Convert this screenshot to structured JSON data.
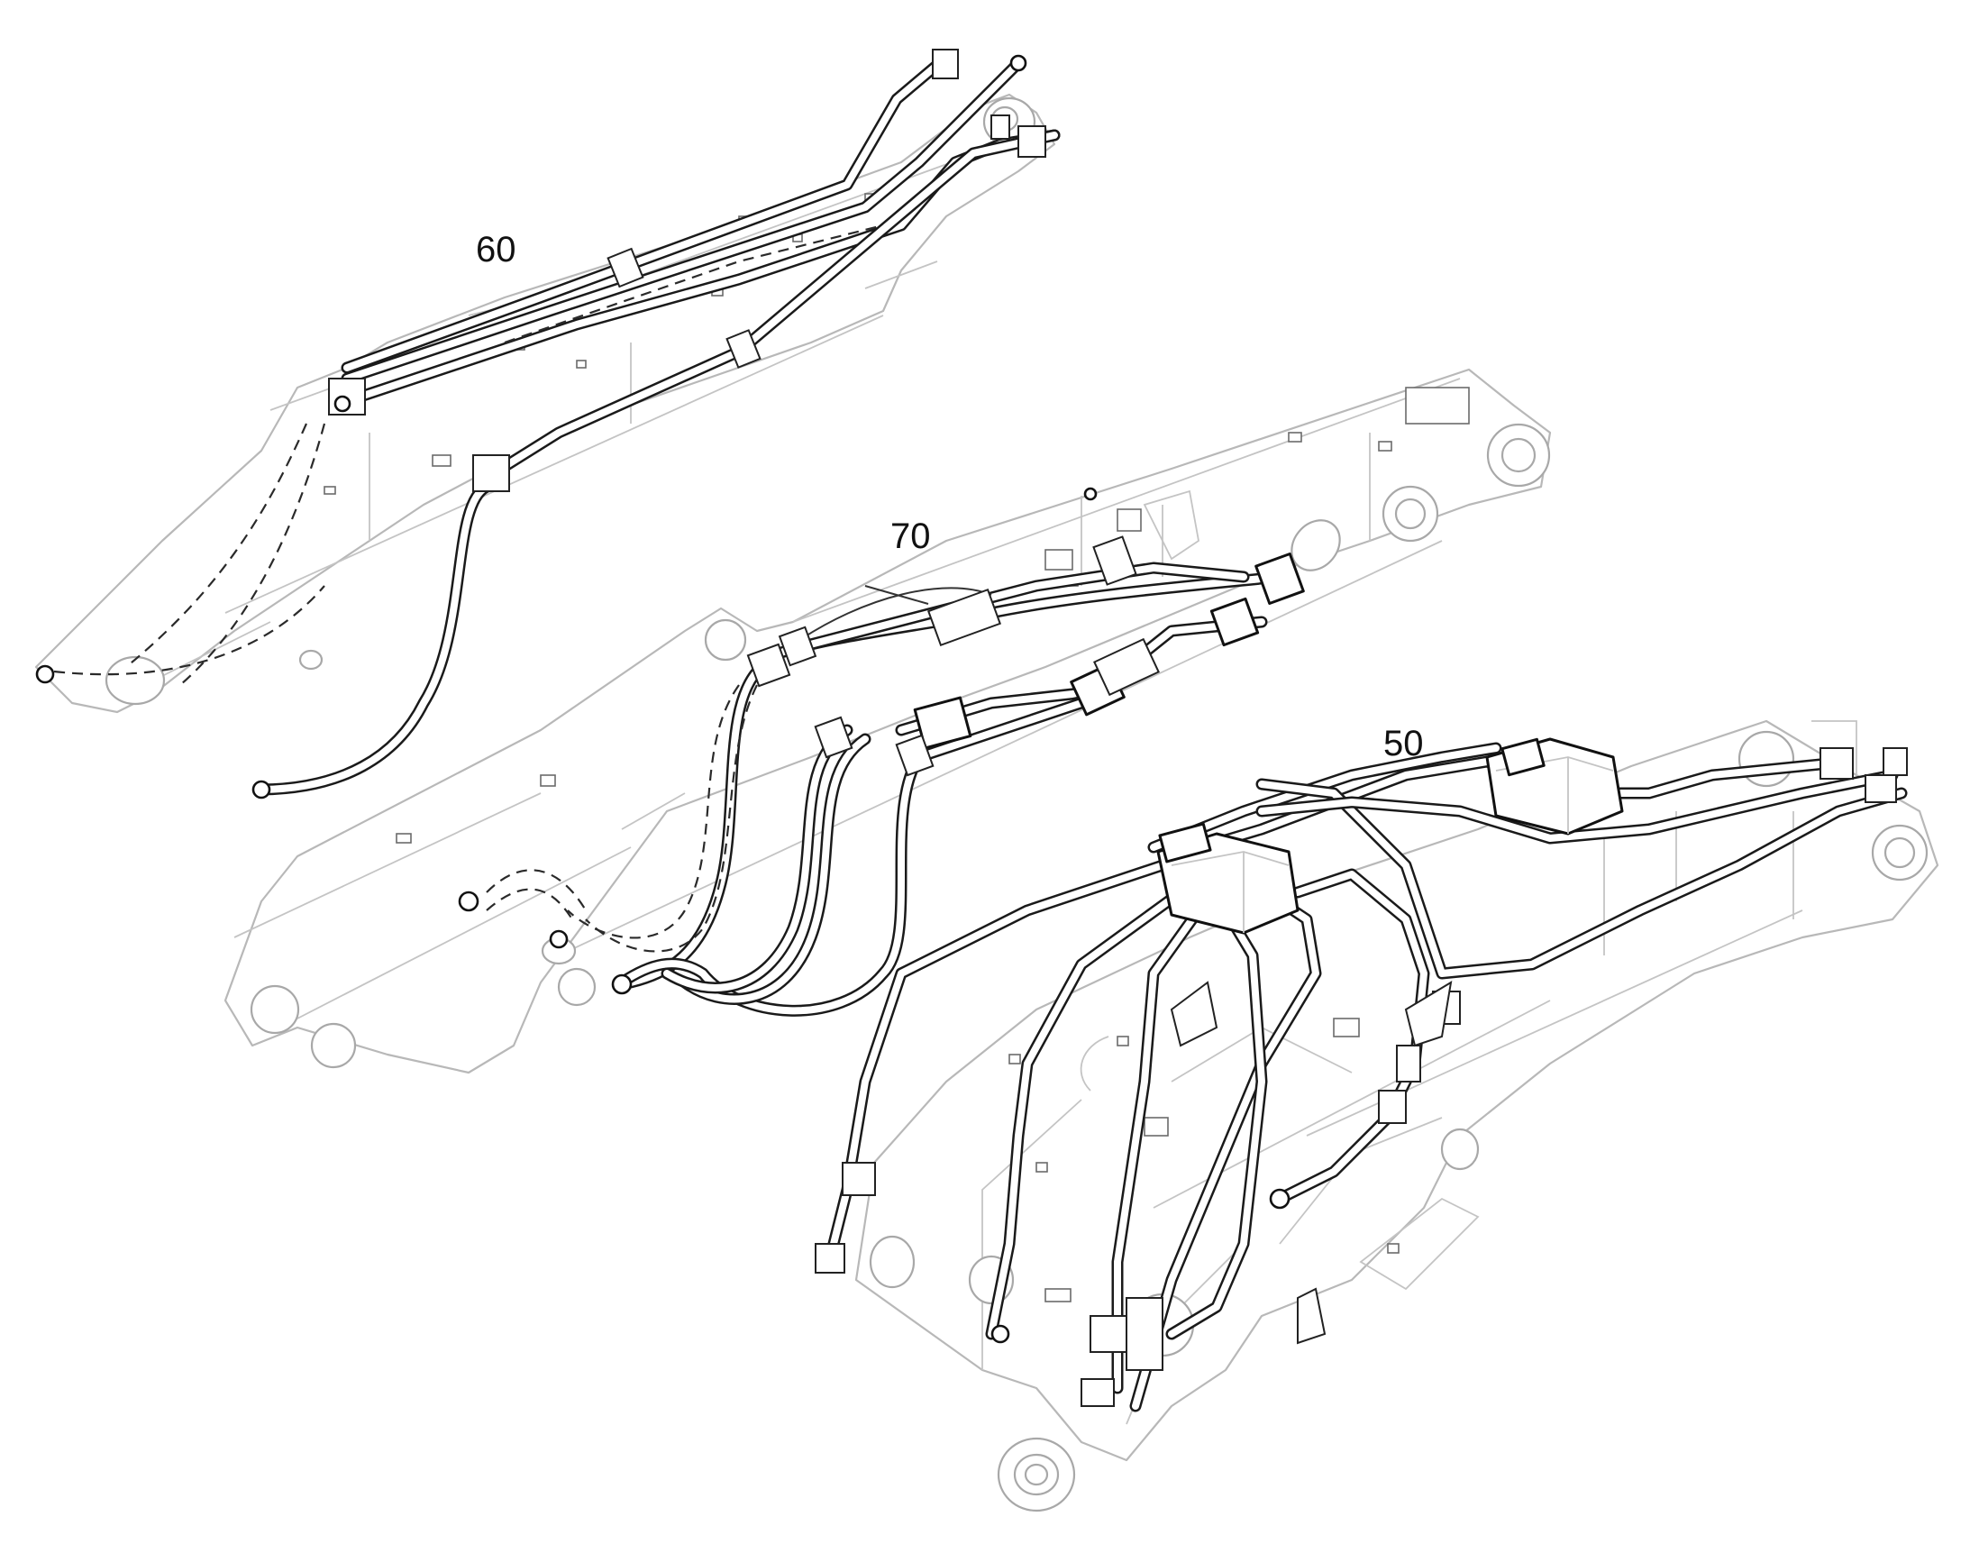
{
  "diagram": {
    "callouts": [
      {
        "id": "assembly-60",
        "text": "60"
      },
      {
        "id": "assembly-70",
        "text": "70"
      },
      {
        "id": "assembly-50",
        "text": "50"
      }
    ]
  }
}
